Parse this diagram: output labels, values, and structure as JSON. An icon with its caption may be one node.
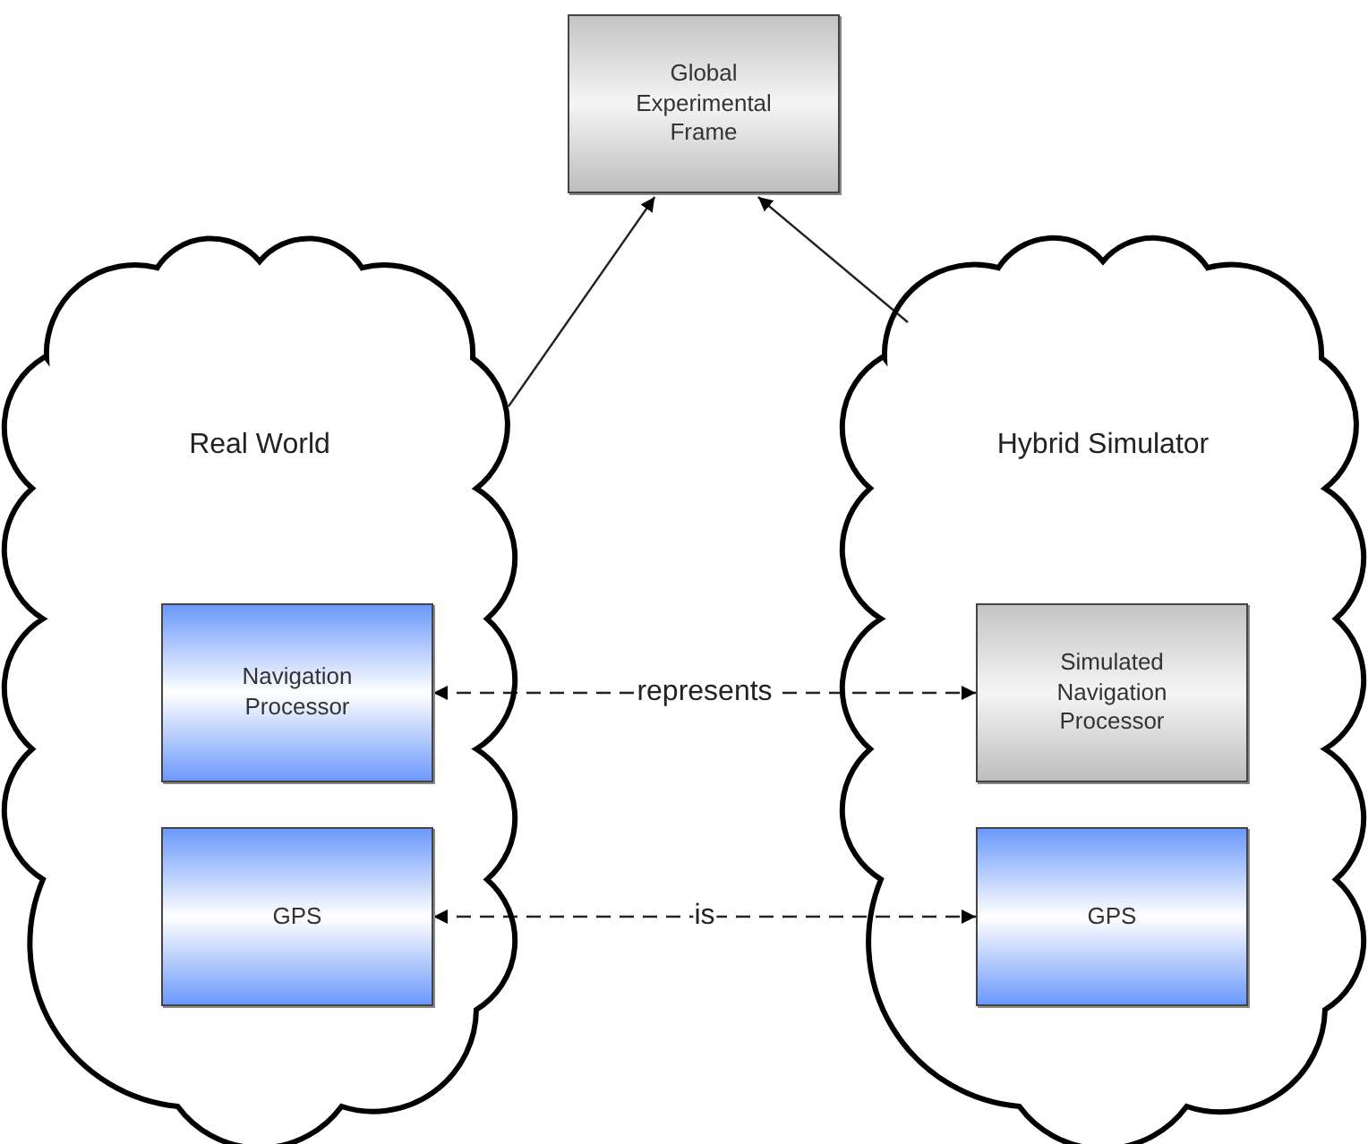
{
  "diagram": {
    "nodes": [
      {
        "text": [
          "Global Experimental Frame"
        ]
      },
      {
        "text": [
          "Real World"
        ]
      },
      {
        "text": [
          "Navigation Processor"
        ],
        "in": 1
      },
      {
        "text": [
          "GPS"
        ],
        "in": 1
      },
      {
        "text": [
          "Hybrid Simulator"
        ]
      },
      {
        "text": [
          "Simulated Navigation Processor"
        ],
        "in": 4
      },
      {
        "text": [
          "GPS"
        ],
        "in": 4
      }
    ],
    "edges": [
      {
        "from": 1,
        "to": 0,
        "arrow": "to"
      },
      {
        "from": 4,
        "to": 0,
        "arrow": "to"
      },
      {
        "from": 2,
        "to": 5,
        "arrow": "both",
        "label": "represents",
        "style": "dashed"
      },
      {
        "from": 3,
        "to": 6,
        "arrow": "both",
        "label": "is",
        "style": "dashed"
      }
    ]
  }
}
